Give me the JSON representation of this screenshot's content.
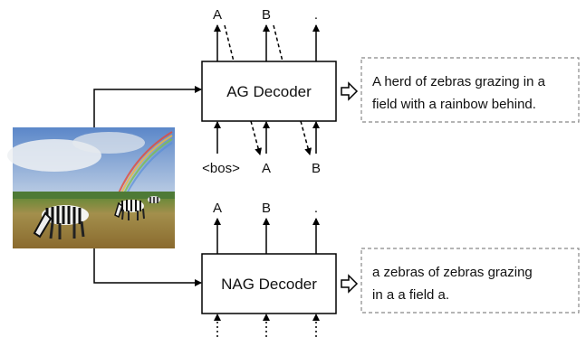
{
  "ag": {
    "decoder_label": "AG Decoder",
    "top_tokens": [
      "A",
      "B",
      "."
    ],
    "bottom_tokens": [
      "<bos>",
      "A",
      "B"
    ],
    "output_lines": [
      "A herd of zebras grazing in a",
      "field with a rainbow behind."
    ]
  },
  "nag": {
    "decoder_label": "NAG Decoder",
    "top_tokens": [
      "A",
      "B",
      "."
    ],
    "output_lines": [
      "a zebras of zebras grazing",
      "in a a field a."
    ]
  }
}
